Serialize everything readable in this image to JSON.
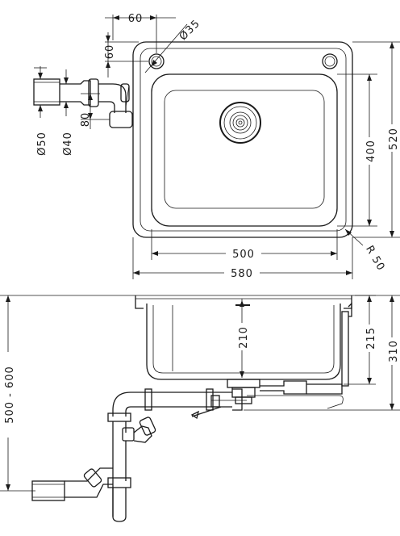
{
  "dimensions": {
    "hole_offset_x": "60",
    "hole_offset_y": "60",
    "hole_diameter": "Ø35",
    "pipe_diameter_50": "Ø50",
    "pipe_diameter_40": "Ø40",
    "trap_offset": "80",
    "bowl_height": "400",
    "sink_height": "520",
    "bowl_width": "500",
    "sink_width": "580",
    "corner_radius": "R 50",
    "bowl_depth": "210",
    "overflow_depth": "215",
    "trap_depth": "310",
    "install_height_range": "500 - 600"
  }
}
